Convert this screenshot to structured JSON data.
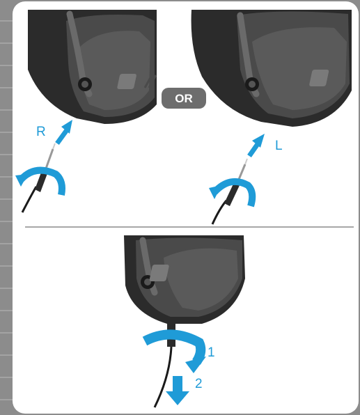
{
  "labels": {
    "right": "R",
    "left": "L",
    "or": "OR",
    "step_1": "1",
    "step_2": "2"
  },
  "colors": {
    "accent_blue": "#1f9bd7",
    "earcup_dark": "#2b2b2b",
    "earcup_mid": "#4a4a4a",
    "badge_grey": "#6d6d6d",
    "panel_bg": "#ffffff",
    "frame_grey": "#8c8c8c"
  }
}
